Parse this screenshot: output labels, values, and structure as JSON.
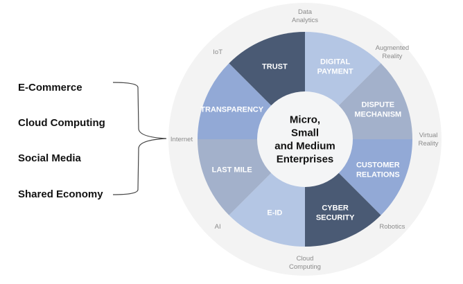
{
  "left_list": {
    "items": [
      "E-Commerce",
      "Cloud Computing",
      "Social Media",
      "Shared Economy"
    ]
  },
  "wheel": {
    "center_label": [
      "Micro,",
      "Small",
      "and Medium",
      "Enterprises"
    ],
    "segments": [
      {
        "label": [
          "DIGITAL",
          "PAYMENT"
        ],
        "color": "#b4c6e4"
      },
      {
        "label": [
          "DISPUTE",
          "MECHANISM"
        ],
        "color": "#a3b1cb"
      },
      {
        "label": [
          "CUSTOMER",
          "RELATIONS"
        ],
        "color": "#92a9d6"
      },
      {
        "label": [
          "CYBER",
          "SECURITY"
        ],
        "color": "#4a5a74"
      },
      {
        "label": [
          "E-ID"
        ],
        "color": "#b4c6e4"
      },
      {
        "label": [
          "LAST MILE"
        ],
        "color": "#a3b1cb"
      },
      {
        "label": [
          "TRANSPARENCY"
        ],
        "color": "#92a9d6"
      },
      {
        "label": [
          "TRUST"
        ],
        "color": "#4a5a74"
      }
    ],
    "outer_labels": [
      {
        "text": [
          "Data",
          "Analytics"
        ]
      },
      {
        "text": [
          "Augmented",
          "Reality"
        ]
      },
      {
        "text": [
          "Virtual",
          "Reality"
        ]
      },
      {
        "text": [
          "Robotics"
        ]
      },
      {
        "text": [
          "Cloud",
          "Computing"
        ]
      },
      {
        "text": [
          "AI"
        ]
      },
      {
        "text": [
          "Internet"
        ]
      },
      {
        "text": [
          "IoT"
        ]
      }
    ],
    "ring_color": "#f3f3f3",
    "outer_label_color": "#8a8a8a",
    "segment_text_color": "#ffffff"
  }
}
